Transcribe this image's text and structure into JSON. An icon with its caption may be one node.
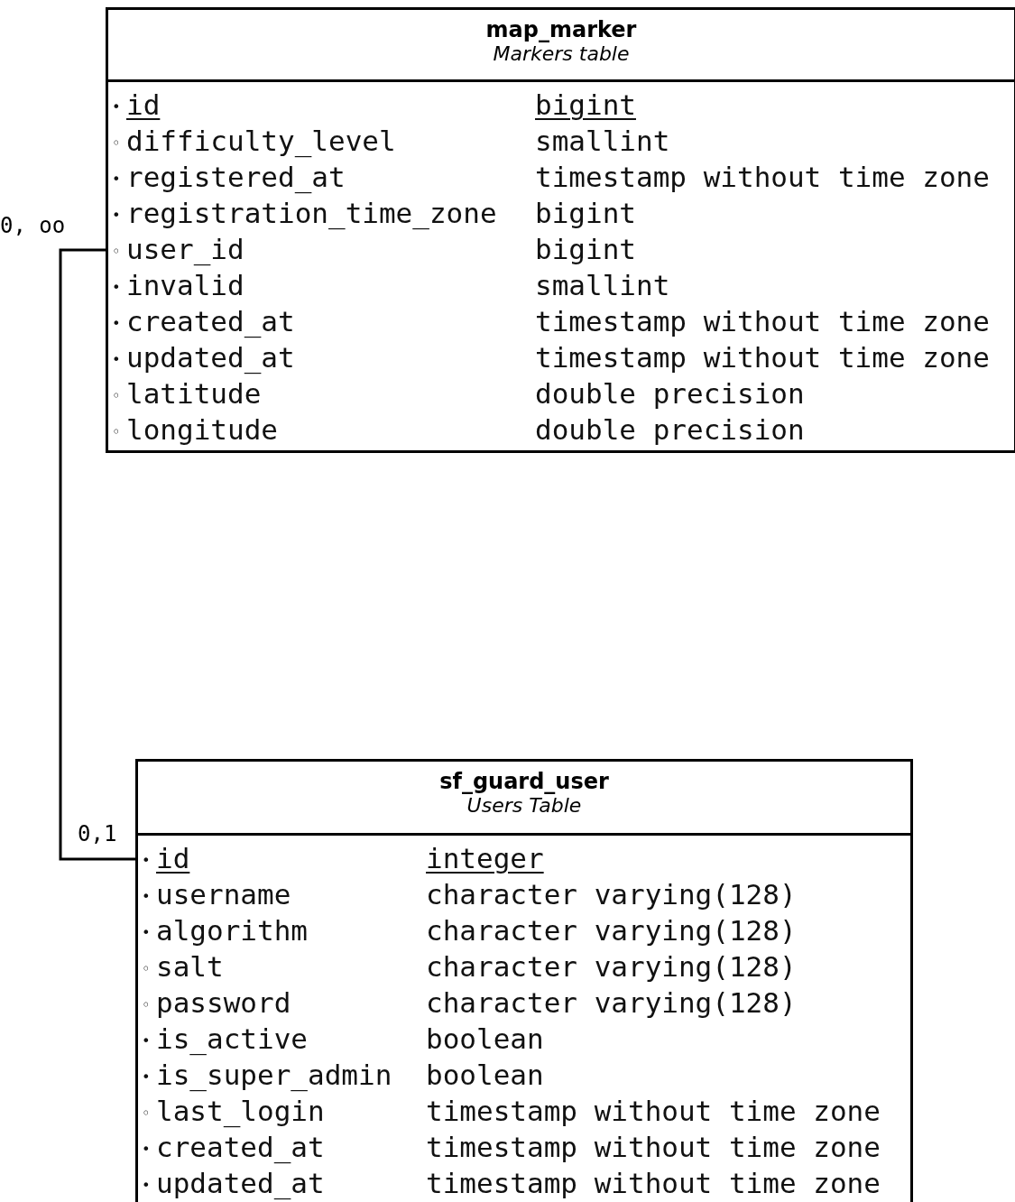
{
  "diagram": {
    "nodes": [
      {
        "text": [
          "map_marker",
          "Markers table"
        ]
      },
      {
        "text": [
          "•",
          "id",
          "bigint"
        ],
        "in": 0
      },
      {
        "text": [
          "◦",
          "difficulty_level",
          "smallint"
        ],
        "in": 0
      },
      {
        "text": [
          "•",
          "registered_at",
          "timestamp without time zone"
        ],
        "in": 0
      },
      {
        "text": [
          "•",
          "registration_time_zone",
          "bigint"
        ],
        "in": 0
      },
      {
        "text": [
          "◦",
          "user_id",
          "bigint"
        ],
        "in": 0
      },
      {
        "text": [
          "•",
          "invalid",
          "smallint"
        ],
        "in": 0
      },
      {
        "text": [
          "•",
          "created_at",
          "timestamp without time zone"
        ],
        "in": 0
      },
      {
        "text": [
          "•",
          "updated_at",
          "timestamp without time zone"
        ],
        "in": 0
      },
      {
        "text": [
          "◦",
          "latitude",
          "double precision"
        ],
        "in": 0
      },
      {
        "text": [
          "◦",
          "longitude",
          "double precision"
        ],
        "in": 0
      },
      {
        "text": [
          "sf_guard_user",
          "Users Table"
        ]
      },
      {
        "text": [
          "•",
          "id",
          "integer"
        ],
        "in": 11
      },
      {
        "text": [
          "•",
          "username",
          "character varying(128)"
        ],
        "in": 11
      },
      {
        "text": [
          "•",
          "algorithm",
          "character varying(128)"
        ],
        "in": 11
      },
      {
        "text": [
          "◦",
          "salt",
          "character varying(128)"
        ],
        "in": 11
      },
      {
        "text": [
          "◦",
          "password",
          "character varying(128)"
        ],
        "in": 11
      },
      {
        "text": [
          "•",
          "is_active",
          "boolean"
        ],
        "in": 11
      },
      {
        "text": [
          "•",
          "is_super_admin",
          "boolean"
        ],
        "in": 11
      },
      {
        "text": [
          "◦",
          "last_login",
          "timestamp without time zone"
        ],
        "in": 11
      },
      {
        "text": [
          "•",
          "created_at",
          "timestamp without time zone"
        ],
        "in": 11
      },
      {
        "text": [
          "•",
          "updated_at",
          "timestamp without time zone"
        ],
        "in": 11
      }
    ],
    "edges": [
      {
        "from": 5,
        "to": 12,
        "arrow": "none"
      }
    ],
    "labels": [
      "0, oo",
      "0,1"
    ]
  }
}
